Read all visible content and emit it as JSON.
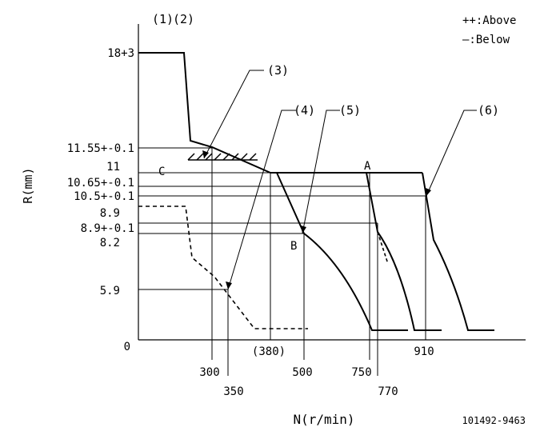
{
  "top_labels": {
    "col1": "(1)",
    "col2": "(2)"
  },
  "legend": {
    "above": "++:Above",
    "below": "—:Below"
  },
  "y_axis": {
    "title": "R(mm)",
    "ticks": [
      "18+3",
      "11.55+-0.1",
      "11",
      "10.65+-0.1",
      "10.5+-0.1",
      "8.9",
      "8.9+-0.1",
      "8.2",
      "5.9",
      "0"
    ]
  },
  "x_axis": {
    "title": "N(r/min)",
    "ticks": [
      "300",
      "350",
      "(380)",
      "500",
      "750",
      "770",
      "910"
    ]
  },
  "callouts": {
    "c3": "(3)",
    "c4": "(4)",
    "c5": "(5)",
    "c6": "(6)"
  },
  "points": {
    "A": "A",
    "B": "B",
    "C": "C"
  },
  "drawing_number": "101492-9463"
}
